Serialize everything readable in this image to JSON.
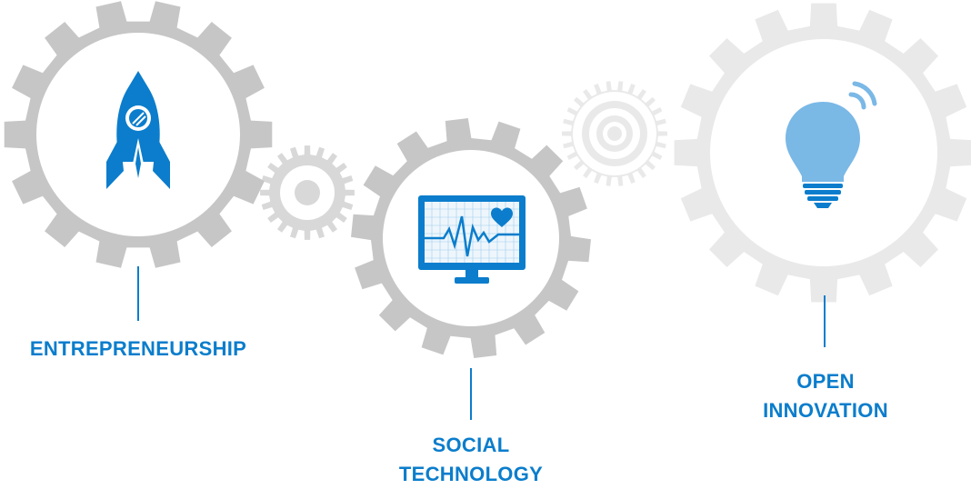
{
  "colors": {
    "accent": "#0b7dcc",
    "light_accent": "#7ab8e6",
    "gear_dark": "#c6c6c6",
    "gear_medium": "#d8d8d8",
    "gear_light": "#e9e9e9"
  },
  "items": [
    {
      "label": "ENTREPRENEURSHIP",
      "icon": "rocket-icon"
    },
    {
      "label": "SOCIAL\nTECHNOLOGY",
      "icon": "heart-monitor-icon"
    },
    {
      "label": "OPEN\nINNOVATION",
      "icon": "lightbulb-icon"
    }
  ]
}
